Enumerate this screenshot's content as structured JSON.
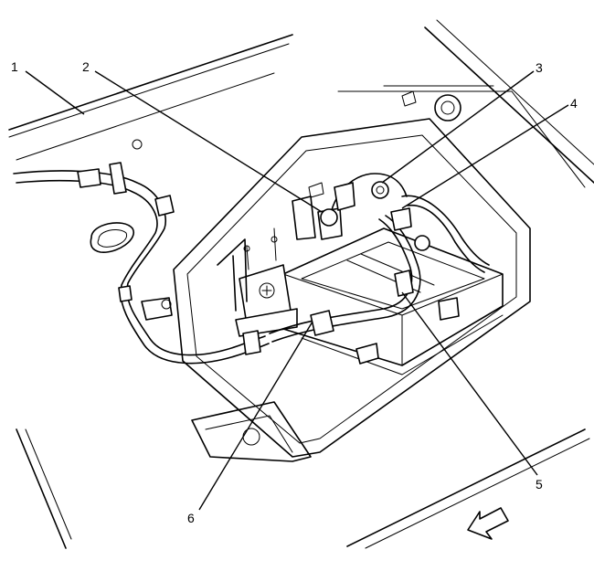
{
  "callouts": [
    {
      "id": "1",
      "label": "1"
    },
    {
      "id": "2",
      "label": "2"
    },
    {
      "id": "3",
      "label": "3"
    },
    {
      "id": "4",
      "label": "4"
    },
    {
      "id": "5",
      "label": "5"
    },
    {
      "id": "6",
      "label": "6"
    }
  ],
  "icons": {
    "direction_arrow": "arrow-left-down-icon"
  }
}
